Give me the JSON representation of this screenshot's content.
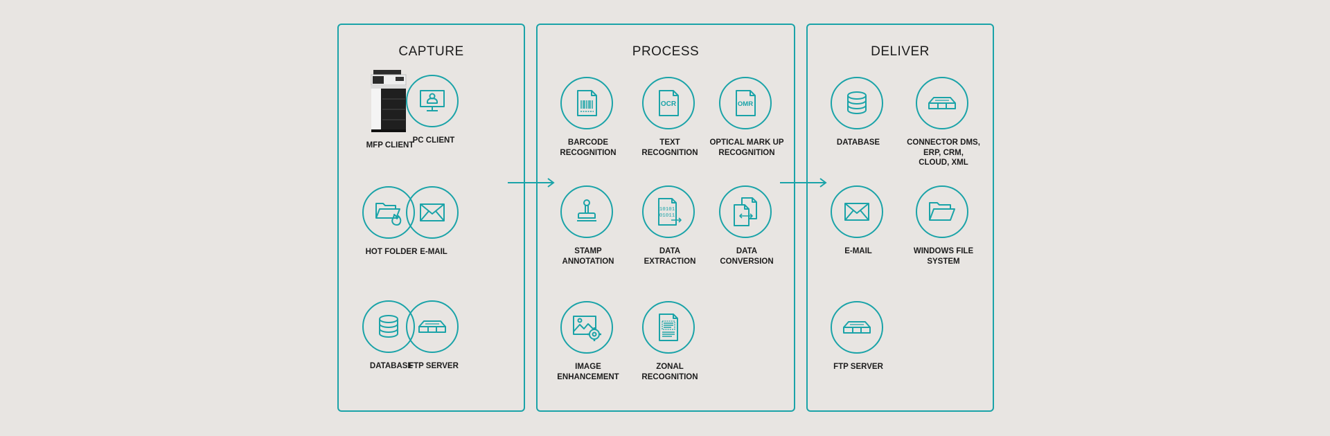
{
  "colors": {
    "accent": "#1aa3a8",
    "background": "#e8e5e2",
    "text": "#1c1c1c"
  },
  "capture": {
    "title": "CAPTURE",
    "items": [
      {
        "label": "MFP CLIENT",
        "icon": "printer-icon"
      },
      {
        "label": "PC CLIENT",
        "icon": "pc-monitor-icon"
      },
      {
        "label": "HOT FOLDER",
        "icon": "hot-folder-icon"
      },
      {
        "label": "E-MAIL",
        "icon": "envelope-icon"
      },
      {
        "label": "DATABASE",
        "icon": "database-icon"
      },
      {
        "label": "FTP SERVER",
        "icon": "server-icon"
      }
    ]
  },
  "process": {
    "title": "PROCESS",
    "items": [
      {
        "label": "BARCODE\nRECOGNITION",
        "icon": "barcode-document-icon"
      },
      {
        "label": "TEXT\nRECOGNITION",
        "icon": "ocr-document-icon",
        "icon_text": "OCR"
      },
      {
        "label": "OPTICAL MARK UP\nRECOGNITION",
        "icon": "omr-document-icon",
        "icon_text": "OMR"
      },
      {
        "label": "STAMP\nANNOTATION",
        "icon": "stamp-icon"
      },
      {
        "label": "DATA\nEXTRACTION",
        "icon": "binary-document-icon",
        "icon_text": [
          "10101",
          "01011"
        ]
      },
      {
        "label": "DATA\nCONVERSION",
        "icon": "document-conversion-icon"
      },
      {
        "label": "IMAGE\nENHANCEMENT",
        "icon": "image-gear-icon"
      },
      {
        "label": "ZONAL\nRECOGNITION",
        "icon": "zonal-document-icon"
      }
    ]
  },
  "deliver": {
    "title": "DELIVER",
    "items": [
      {
        "label": "DATABASE",
        "icon": "database-icon"
      },
      {
        "label": "CONNECTOR DMS,\nERP, CRM,\nCLOUD, XML",
        "icon": "server-icon"
      },
      {
        "label": "E-MAIL",
        "icon": "envelope-icon"
      },
      {
        "label": "WINDOWS FILE\nSYSTEM",
        "icon": "folder-icon"
      },
      {
        "label": "FTP SERVER",
        "icon": "server-icon"
      }
    ]
  }
}
